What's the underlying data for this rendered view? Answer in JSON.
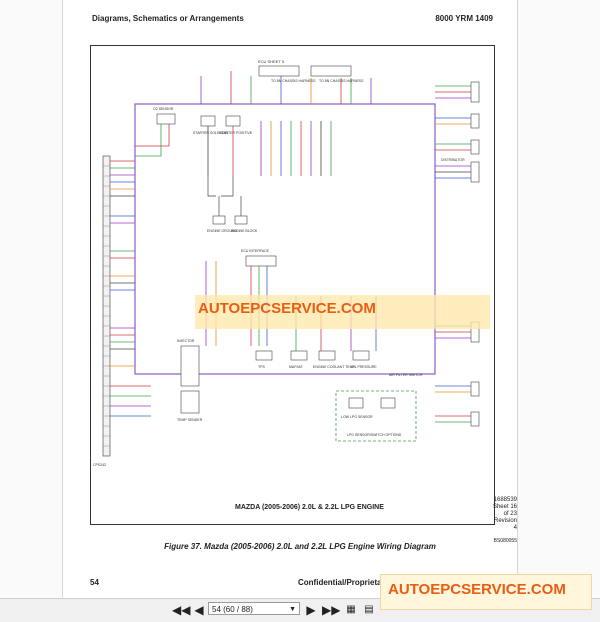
{
  "header": {
    "section": "Diagrams, Schematics or Arrangements",
    "doc_code": "8000 YRM 1409"
  },
  "diagram": {
    "title": "MAZDA (2005-2006) 2.0L & 2.2L LPG ENGINE",
    "number": "1688539",
    "sheet": "Sheet 16 of 23",
    "revision": "Revision 4",
    "art_code": "BS080055",
    "labels": {
      "ecu_sheet": "ECU SHEET 5",
      "chassis_harness_1": "TO 8N CHASSIS HARNESS",
      "chassis_harness_2": "TO 8N CHASSIS HARNESS",
      "o2_sensor": "O2 SENSOR",
      "starter_solenoid": "STARTER SOLENOID",
      "starter_positive": "STARTER POSITIVE",
      "engine_ground": "ENGINE GROUND",
      "engine_block": "ENGINE BLOCK",
      "distributor": "DISTRIBUTOR",
      "ecu_interface": "ECU INTERFACE",
      "tps": "TPS",
      "map": "MAP/IAT",
      "coolant": "ENGINE COOLANT TEMP",
      "oil": "OIL PRESSURE",
      "air_filter": "AIR FILTER SWITCH",
      "low_lpg": "LOW LPG SENSOR",
      "lpg_sensor_switch": "LPG SENSOR/SWITCH OPTIONS",
      "connector_left": "CPS242",
      "injector": "INJECTOR",
      "temp_sender": "TEMP SENDER"
    }
  },
  "figure_caption": "Figure 37. Mazda (2005-2006) 2.0L and 2.2L LPG Engine Wiring Diagram",
  "footer": {
    "page_number": "54",
    "confidential": "Confidential/Proprieta"
  },
  "viewer": {
    "page_value": "54 (60 / 88)"
  },
  "watermarks": {
    "band": "AUTOEPCSERVICE.COM",
    "box": "AUTOEPCSERVICE.COM"
  },
  "colors": {
    "watermark_text": "#e85d12",
    "wire_red": "#d43a3a",
    "wire_green": "#3aa04a",
    "wire_blue": "#3a5fd4",
    "wire_purple": "#9a3ac8",
    "wire_orange": "#e0902a"
  }
}
